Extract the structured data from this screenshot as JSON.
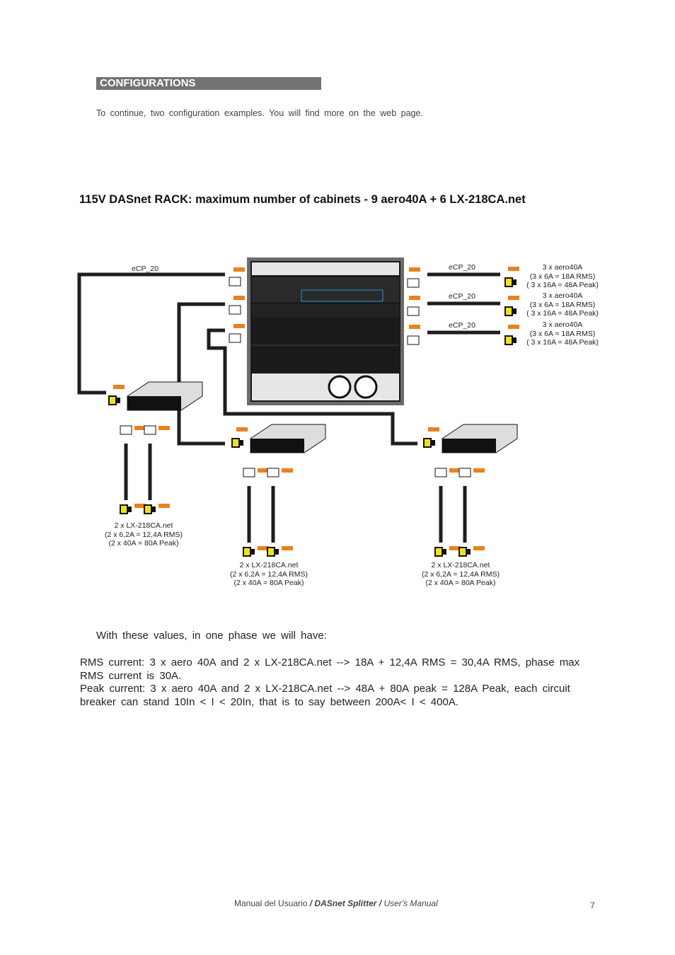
{
  "section": {
    "title": "CONFIGURATIONS",
    "intro": "To continue, two configuration examples. You will find more on the web page."
  },
  "diagram": {
    "title": "115V DASnet RACK: maximum number of cabinets - 9 aero40A + 6 LX-218CA.net",
    "cable_label": "eCP_20",
    "aero_groups": [
      {
        "l1": "3  x aero40A",
        "l2": "(3 x 6A = 18A RMS)",
        "l3": "( 3 x 16A = 48A Peak)"
      },
      {
        "l1": "3  x aero40A",
        "l2": "(3 x 6A = 18A RMS)",
        "l3": "( 3 x 16A = 48A Peak)"
      },
      {
        "l1": "3  x aero40A",
        "l2": "(3 x 6A = 18A RMS)",
        "l3": "( 3 x 16A = 48A Peak)"
      }
    ],
    "lx_groups": [
      {
        "l1": "2  x LX-218CA.net",
        "l2": "(2 x 6,2A = 12,4A RMS)",
        "l3": "(2 x 40A = 80A Peak)"
      },
      {
        "l1": "2  x LX-218CA.net",
        "l2": "(2 x 6,2A = 12,4A RMS)",
        "l3": "(2 x 40A = 80A Peak)"
      },
      {
        "l1": "2  x LX-218CA.net",
        "l2": "(2 x 6,2A = 12,4A RMS)",
        "l3": "(2 x 40A = 80A Peak)"
      }
    ],
    "colors": {
      "cable": "#1e1e1e",
      "orange": "#e8821e",
      "blue": "#1e9ad6",
      "yellow": "#f0e21a"
    }
  },
  "body": {
    "p1": "With these values, in one phase we will have:",
    "p2": "RMS current: 3 x aero 40A and 2 x LX-218CA.net --> 18A + 12,4A RMS = 30,4A RMS, phase max RMS current  is 30A.",
    "p3": "Peak current: 3 x aero 40A and 2 x LX-218CA.net --> 48A + 80A peak = 128A Peak, each circuit breaker can stand 10In < I < 20In, that is to say between 200A< I < 400A."
  },
  "footer": {
    "a": "Manual  del  Usuario",
    "sep1": " / ",
    "b": "DASnet Splitter",
    "sep2": " / ",
    "c": "User's  Manual",
    "page": "7"
  }
}
